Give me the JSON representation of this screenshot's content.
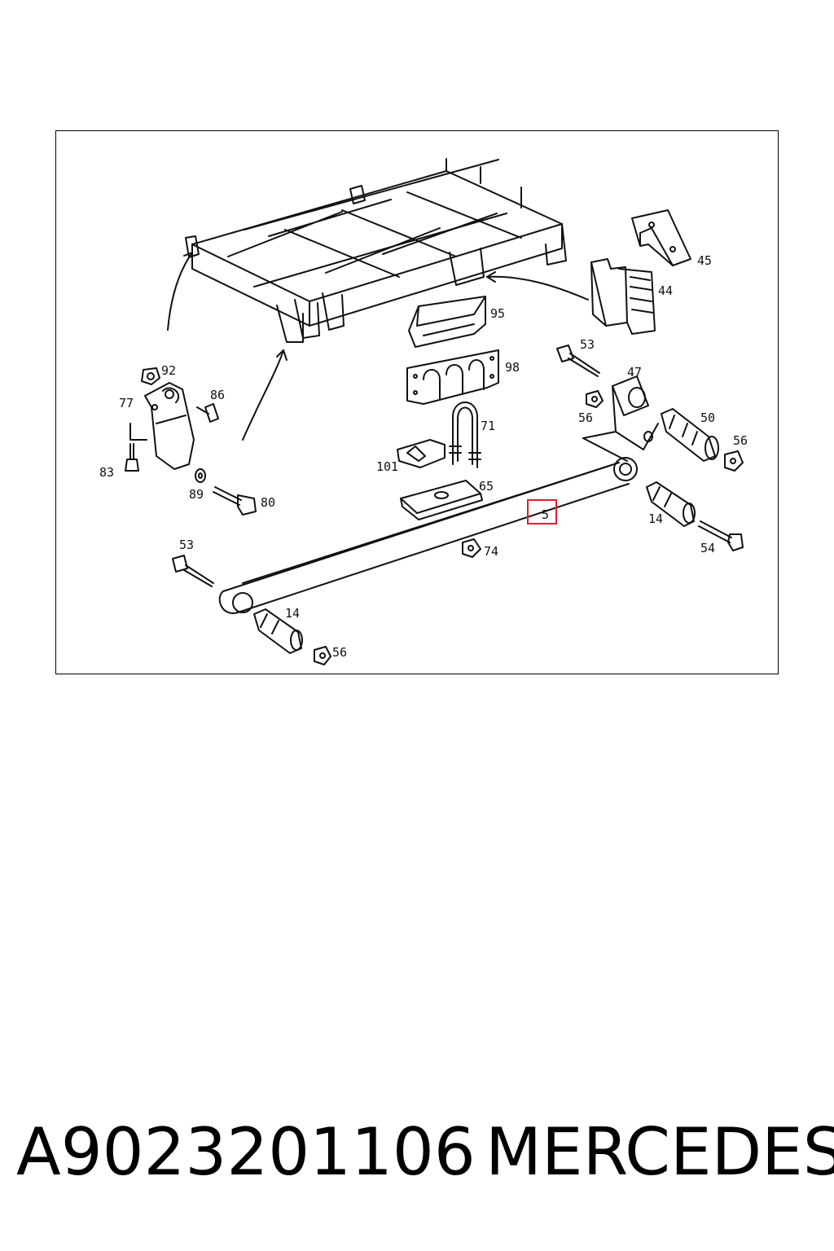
{
  "callouts": {
    "c45": "45",
    "c44": "44",
    "c95": "95",
    "c98": "98",
    "c53a": "53",
    "c47": "47",
    "c56a": "56",
    "c50": "50",
    "c56b": "56",
    "c92": "92",
    "c77": "77",
    "c86": "86",
    "c83": "83",
    "c89": "89",
    "c80": "80",
    "c71": "71",
    "c101": "101",
    "c65": "65",
    "c5": "5",
    "c14a": "14",
    "c54": "54",
    "c53b": "53",
    "c74": "74",
    "c14b": "14",
    "c56c": "56"
  },
  "highlight_color": "#e0202a",
  "caption": {
    "part_number": "A9023201106",
    "brand": "MERCEDES"
  }
}
